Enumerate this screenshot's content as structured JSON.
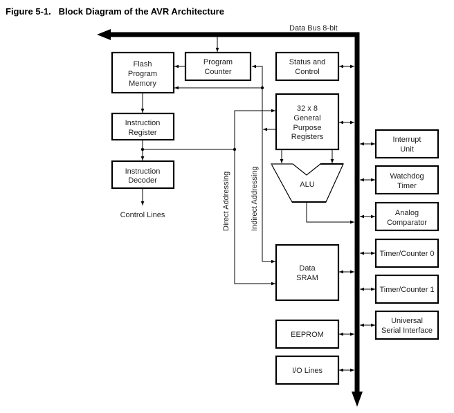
{
  "figure": {
    "number": "Figure 5-1.",
    "title": "Block Diagram of the AVR Architecture"
  },
  "bus": {
    "label": "Data Bus 8-bit"
  },
  "blocks": {
    "flash": [
      "Flash",
      "Program",
      "Memory"
    ],
    "pc": [
      "Program",
      "Counter"
    ],
    "status": [
      "Status and",
      "Control"
    ],
    "gpr": [
      "32 x 8",
      "General",
      "Purpose",
      "Registers"
    ],
    "ir": [
      "Instruction",
      "Register"
    ],
    "decoder": [
      "Instruction",
      "Decoder"
    ],
    "alu": [
      "ALU"
    ],
    "sram": [
      "Data",
      "SRAM"
    ],
    "eeprom": [
      "EEPROM"
    ],
    "io": [
      "I/O Lines"
    ],
    "interrupt": [
      "Interrupt",
      "Unit"
    ],
    "watchdog": [
      "Watchdog",
      "Timer"
    ],
    "analog": [
      "Analog",
      "Comparator"
    ],
    "timer0": [
      "Timer/Counter 0"
    ],
    "timer1": [
      "Timer/Counter 1"
    ],
    "usi": [
      "Universal",
      "Serial Interface"
    ]
  },
  "labels": {
    "control_lines": "Control Lines",
    "direct_addressing": "Direct Addressing",
    "indirect_addressing": "Indirect Addressing"
  }
}
